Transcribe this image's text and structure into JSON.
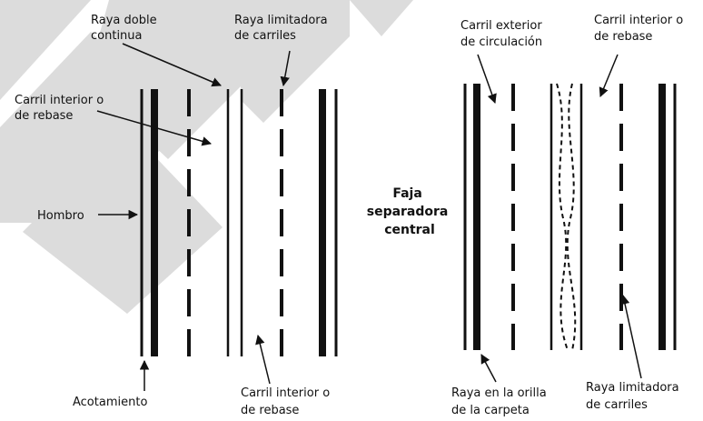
{
  "colors": {
    "background": "#ffffff",
    "shape": "#dcdcdc",
    "line": "#111111"
  },
  "left_diagram": {
    "raya_doble": [
      "Raya doble",
      "continua"
    ],
    "raya_limitadora": [
      "Raya limitadora",
      "de carriles"
    ],
    "carril_interior_top": [
      "Carril interior o",
      "de rebase"
    ],
    "hombro": "Hombro",
    "acotamiento": "Acotamiento",
    "carril_interior_bottom": [
      "Carril interior o",
      "de rebase"
    ]
  },
  "center": {
    "faja": [
      "Faja",
      "separadora",
      "central"
    ]
  },
  "right_diagram": {
    "carril_exterior": [
      "Carril exterior",
      "de circulación"
    ],
    "carril_interior": [
      "Carril interior o",
      "de rebase"
    ],
    "raya_orilla": [
      "Raya en la orilla",
      "de la carpeta"
    ],
    "raya_limitadora": [
      "Raya limitadora",
      "de carriles"
    ]
  }
}
